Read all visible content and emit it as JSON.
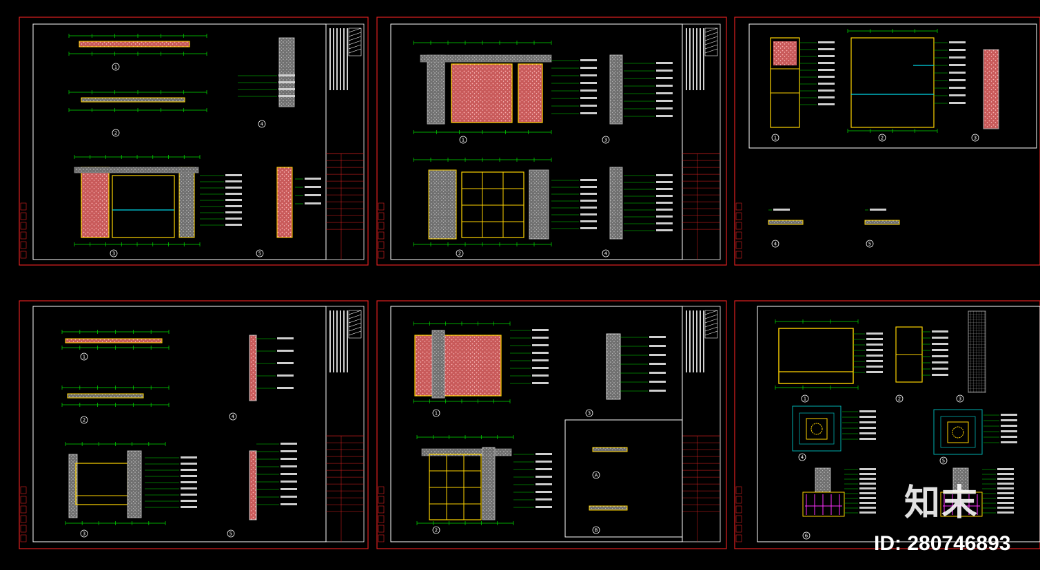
{
  "colors": {
    "background": "#000000",
    "sheet_frame": "#e02020",
    "inner_frame": "#ffffff",
    "dimension": "#00e000",
    "wall": "#ffd400",
    "hatch": "#ff8a8a",
    "stone": "#9a9a9a",
    "glass": "#00d8e8",
    "annotation": "#ffffff",
    "rebar": "#ff30ff"
  },
  "icons": {
    "title_block_logo": "hatched-logo-icon"
  },
  "sheets": [
    {
      "id": "sheet-1",
      "callouts": [
        "1",
        "2",
        "3",
        "4",
        "5"
      ]
    },
    {
      "id": "sheet-2",
      "callouts": [
        "1",
        "2",
        "3",
        "4"
      ]
    },
    {
      "id": "sheet-3",
      "callouts": [
        "1",
        "2",
        "3",
        "4",
        "5"
      ]
    },
    {
      "id": "sheet-4",
      "callouts": [
        "1",
        "2",
        "3",
        "4",
        "5"
      ]
    },
    {
      "id": "sheet-5",
      "callouts": [
        "1",
        "2",
        "3",
        "A",
        "B"
      ]
    },
    {
      "id": "sheet-6",
      "callouts": [
        "1",
        "2",
        "3",
        "4",
        "5",
        "6"
      ]
    }
  ],
  "watermark": {
    "logo_text": "知末",
    "id_text": "ID: 280746893"
  }
}
